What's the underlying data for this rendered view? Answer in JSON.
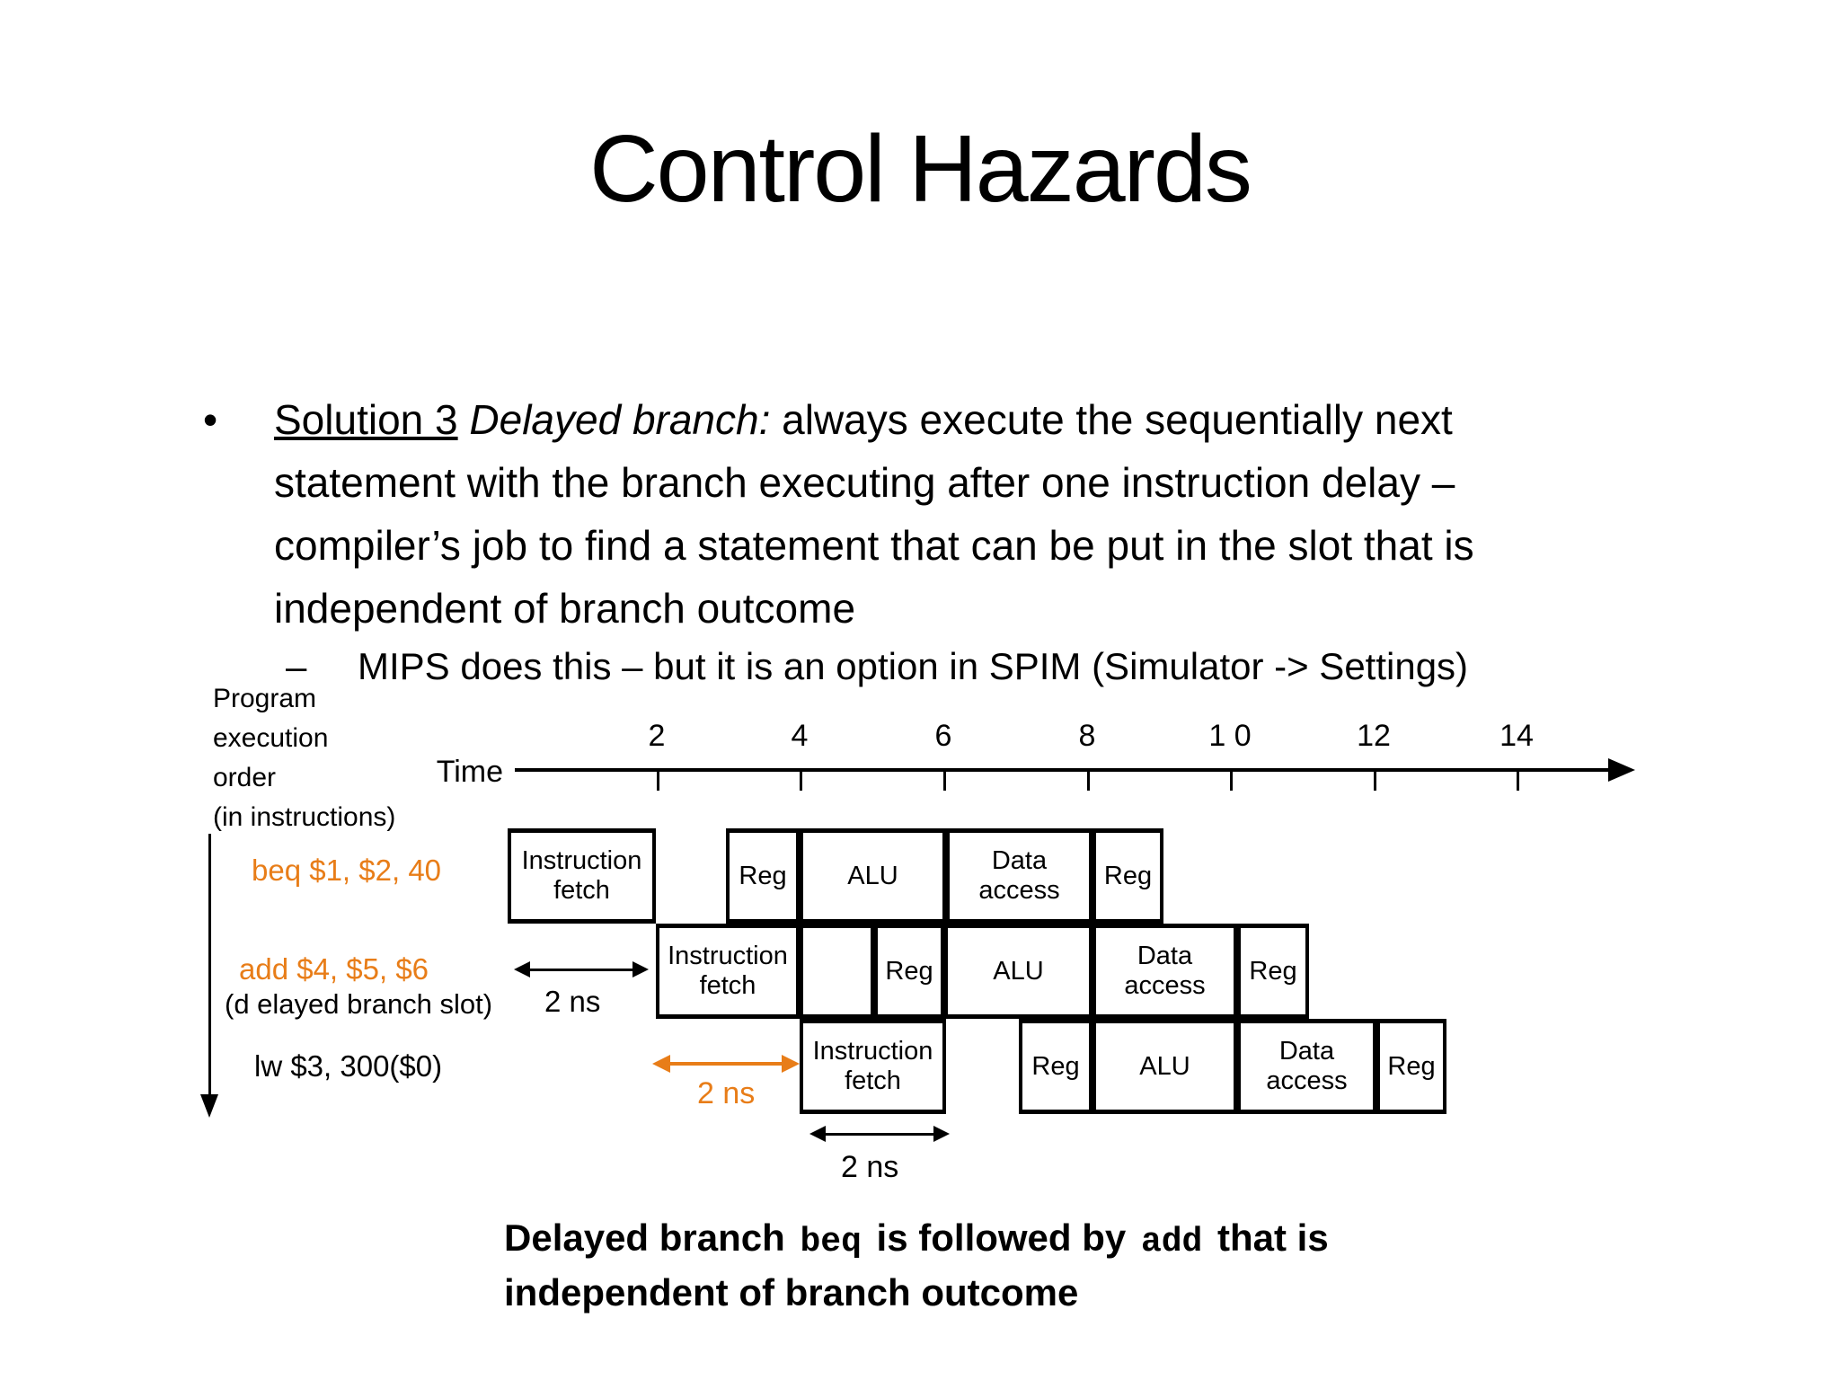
{
  "colors": {
    "orange": "#e87d18",
    "black": "#000000"
  },
  "slide": {
    "title": "Control Hazards",
    "bullet_marker": "•",
    "bullet_lines": {
      "line1": [
        {
          "t": "Solution 3",
          "u": true
        },
        {
          "t": " "
        },
        {
          "t": "Delayed branch:",
          "i": true
        },
        {
          "t": " always execute the sequentially next"
        }
      ],
      "line2": "statement with the branch executing after one instruction delay –",
      "line3": "compiler’s job to find a statement that can be put in the slot that is",
      "line4": "independent of branch outcome"
    },
    "sub_bullet_marker": "–",
    "sub_bullet": "MIPS does this – but it is an option in SPIM (Simulator -> Settings)"
  },
  "diagram": {
    "program_order_label": [
      "Program",
      "execution",
      "order",
      "(in instructions)"
    ],
    "time_label": "Time",
    "axis_ticks": [
      "2",
      "4",
      "6",
      "8",
      "1 0",
      "12",
      "14"
    ],
    "rows": [
      {
        "instruction": "beq $1, $2, 40",
        "cells": [
          {
            "label": "Instruction fetch"
          },
          {
            "label": "Reg"
          },
          {
            "label": "ALU"
          },
          {
            "label": "Data access"
          },
          {
            "label": "Reg"
          }
        ]
      },
      {
        "instruction": "add $4, $5, $6",
        "cells": [
          {
            "label": "Instruction fetch"
          },
          {
            "label": ""
          },
          {
            "label": "Reg"
          },
          {
            "label": "ALU"
          },
          {
            "label": "Data access"
          },
          {
            "label": "Reg"
          }
        ]
      },
      {
        "instruction": "lw $3, 300($0)",
        "cells": [
          {
            "label": "Instruction fetch"
          },
          {
            "label": "Reg"
          },
          {
            "label": "ALU"
          },
          {
            "label": "Data access"
          },
          {
            "label": "Reg"
          }
        ]
      }
    ],
    "delayed_slot_note": "(d elayed branch slot)",
    "arrow_labels": {
      "arrow1": "2 ns",
      "arrow2": "2 ns",
      "arrow3": "2 ns"
    }
  },
  "caption": {
    "line1": [
      {
        "t": "Delayed branch "
      },
      {
        "t": "beq",
        "m": true
      },
      {
        "t": " is followed by "
      },
      {
        "t": "add",
        "m": true
      },
      {
        "t": " that is"
      }
    ],
    "line2": "independent of branch outcome"
  }
}
